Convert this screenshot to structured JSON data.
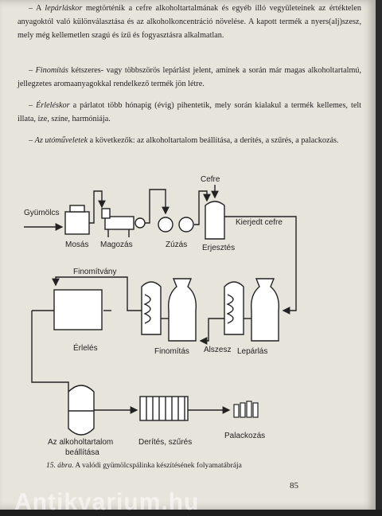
{
  "paragraphs": {
    "p1": {
      "prefix": "– A ",
      "em": "lepárláskor",
      "text": " megtörténik a cefre alkoholtartalmának és egyéb illó vegyületeinek az értéktelen anyagoktól való különválasztása és az alkoholkoncentrá­ció növelése. A kapott termék a nyers(alj)szesz, mely még kellemetlen szagú és ízű és fogyasztásra alkalmatlan."
    },
    "p2": {
      "prefix": "– ",
      "em": "Finomítás",
      "text": " kétszeres- vagy többszörös lepárlást jelent, aminek a során már magas alkoholtartalmú, jellegzetes aromaanyagokkal rendelkező termék jön létre."
    },
    "p3": {
      "prefix": "– ",
      "em": "Érleléskor",
      "text": " a párlatot több hónapig (évig) pihentetik, mely során kialakul a termék kellemes, telt illata, íze, színe, harmóniája."
    },
    "p4": {
      "prefix": "– ",
      "em": "Az utóműveletek",
      "text": " a következők: az alkoholtartalom beállítása, a derítés, a szűrés, a palackozás."
    }
  },
  "diagram": {
    "gyumolcs": "Gyümölcs",
    "mosas": "Mosás",
    "magozas": "Magozás",
    "zuzas": "Zúzás",
    "cefre": "Cefre",
    "erjesztes": "Erjesztés",
    "kierjedt_cefre": "Kierjedt cefre",
    "finomitvany": "Finomítvány",
    "erleles": "Érlelés",
    "finomitas": "Finomítás",
    "alszesz": "Alszesz",
    "leparlas": "Lepárlás",
    "alkohol1": "Az alkoholtartalom",
    "alkohol2": "beállítása",
    "derites": "Derítés, szűrés",
    "palackozas": "Palackozás"
  },
  "caption": {
    "num": "15. ábra.",
    "text": " A valódi gyümölcspálinka készítésének folyamatábrája"
  },
  "page_number": "85",
  "watermark": "Antikvarium.hu"
}
